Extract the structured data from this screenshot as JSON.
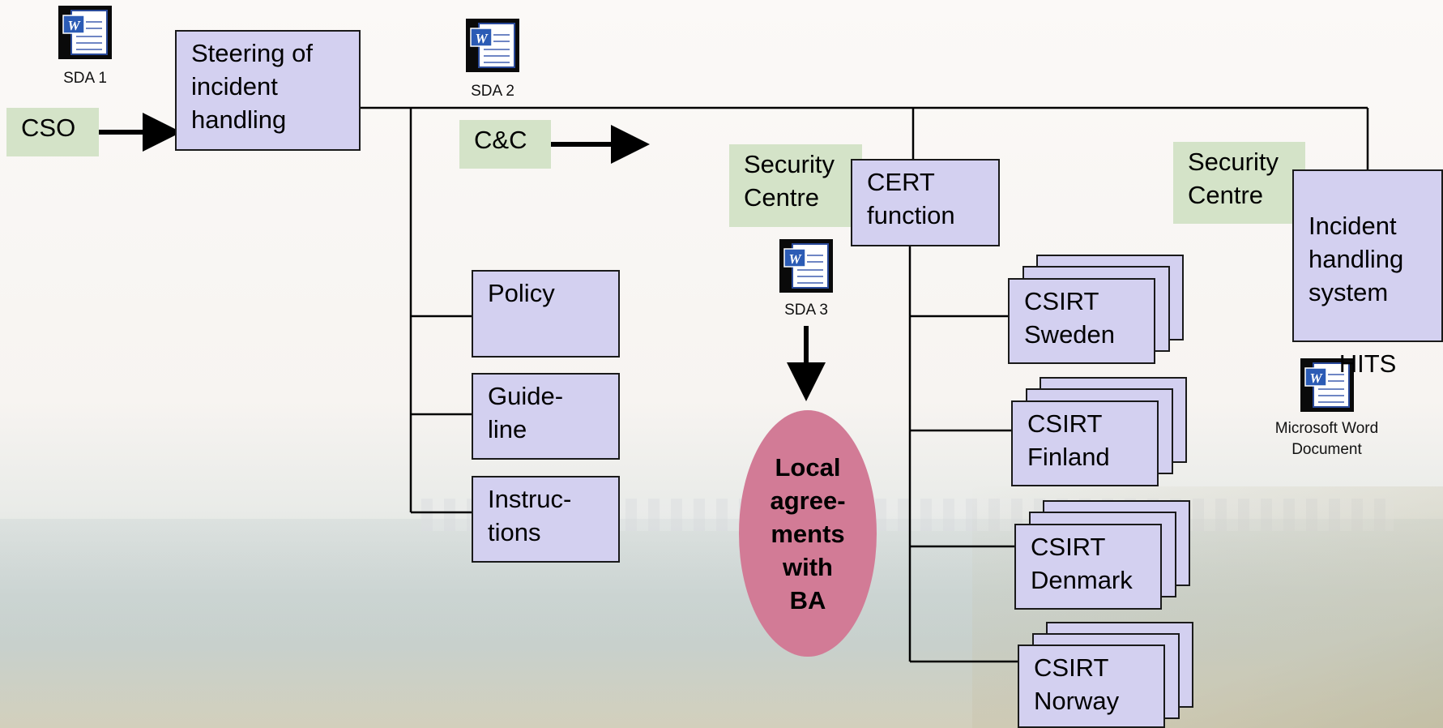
{
  "nodes": {
    "steering": "Steering of\nincident\nhandling",
    "cso": "CSO",
    "cc": "C&C",
    "policy": "Policy",
    "guideline": "Guide-\nline",
    "instructions": "Instruc-\ntions",
    "security_centre_1": "Security\nCentre",
    "cert": "CERT\nfunction",
    "security_centre_2": "Security\nCentre",
    "hits": "Incident\nhandling\nsystem",
    "hits_abbr": "HITS",
    "local_agreements": "Local\nagree-\nments\nwith\nBA",
    "csirt_sweden": "CSIRT\nSweden",
    "csirt_finland": "CSIRT\nFinland",
    "csirt_denmark": "CSIRT\nDenmark",
    "csirt_norway": "CSIRT\nNorway"
  },
  "documents": {
    "sda1": "SDA 1",
    "sda2": "SDA 2",
    "sda3": "SDA 3",
    "word_doc": "Microsoft Word\nDocument"
  },
  "icons": {
    "document": "word-document-icon"
  },
  "colors": {
    "box_fill": "#d3d0f0",
    "label_fill": "#d4e3c8",
    "ellipse_fill": "#d27b96"
  }
}
